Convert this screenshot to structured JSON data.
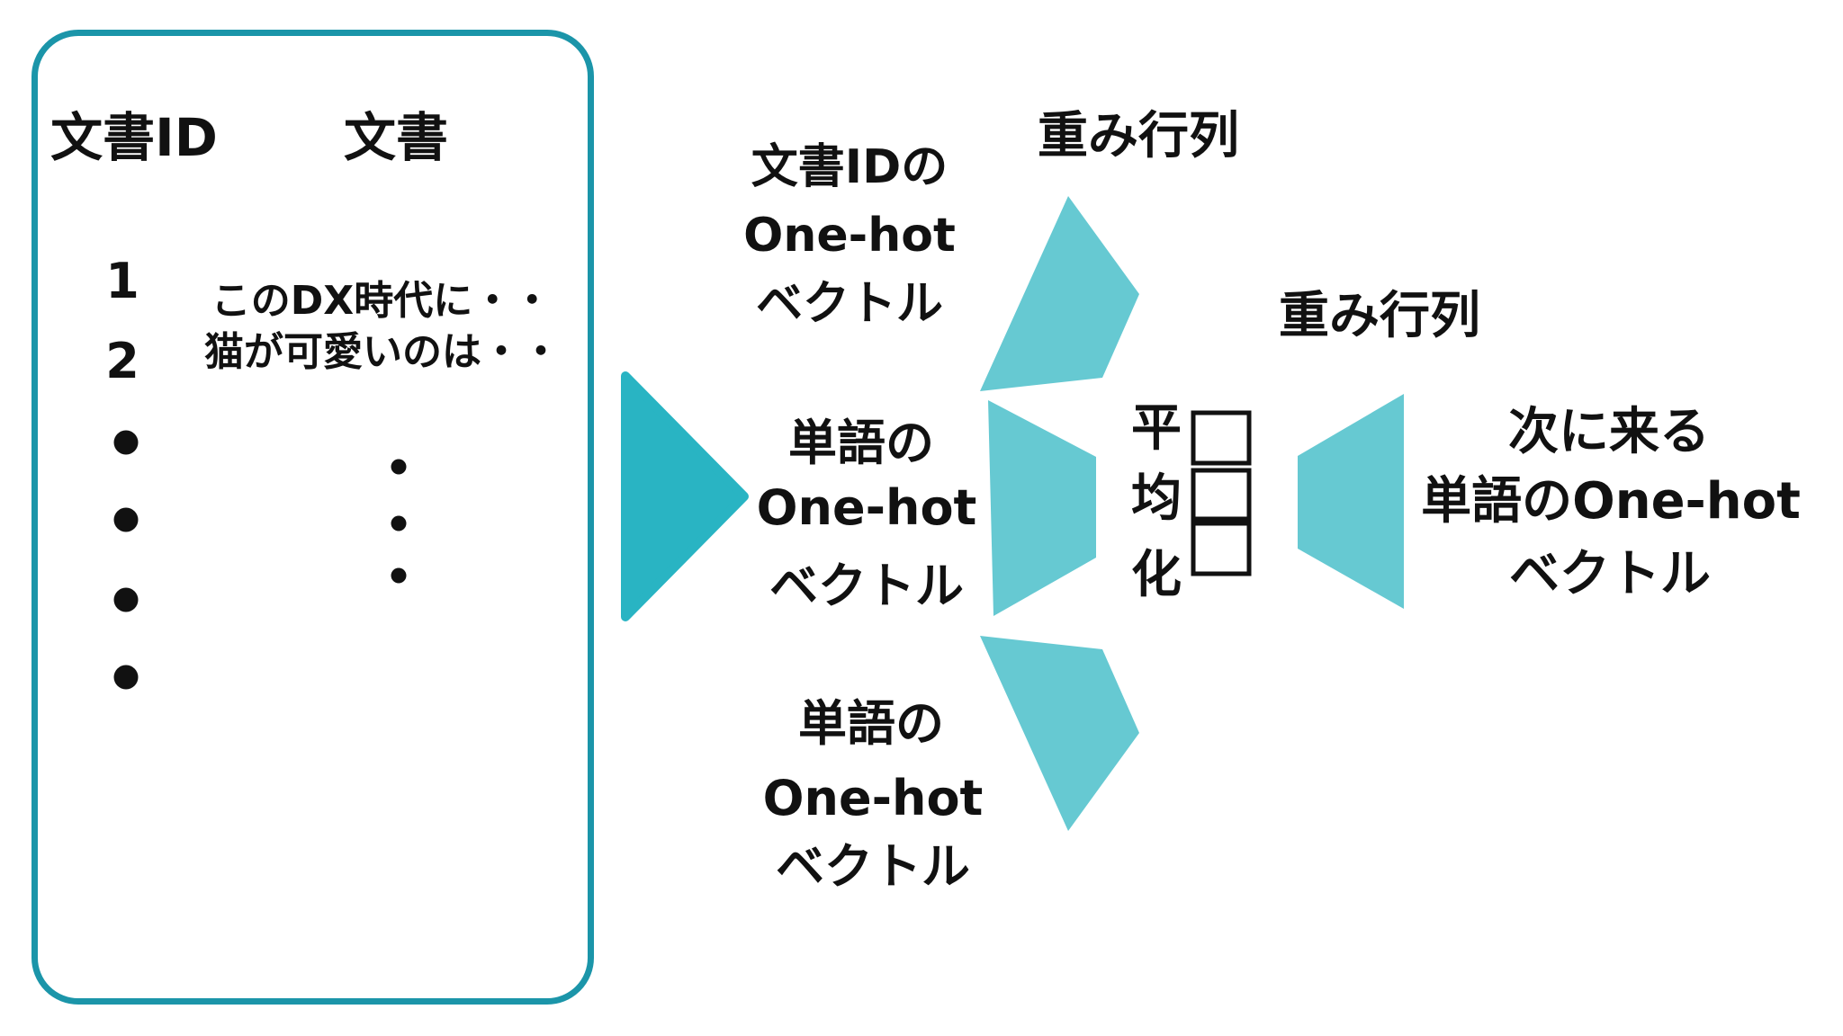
{
  "colors": {
    "border": "#1b95a9",
    "arrow": "#29b4c3",
    "trapezoid": "#66c9d2",
    "ink": "#111111"
  },
  "doc_table": {
    "header_id": "文書ID",
    "header_doc": "文書",
    "rows": [
      {
        "id": "1",
        "doc": "このDX時代に・・"
      },
      {
        "id": "2",
        "doc": "猫が可愛いのは・・"
      }
    ]
  },
  "labels": {
    "doc_id_onehot": [
      "文書IDの",
      "One-hot",
      "ベクトル"
    ],
    "word_onehot_mid": [
      "単語の",
      "One-hot",
      "ベクトル"
    ],
    "word_onehot_bottom": [
      "単語の",
      "One-hot",
      "ベクトル"
    ],
    "weight_matrix_top": "重み行列",
    "weight_matrix_right": "重み行列",
    "averaging_chars": [
      "平",
      "均",
      "化"
    ],
    "next_word": [
      "次に来る",
      "単語のOne-hot",
      "ベクトル"
    ]
  }
}
